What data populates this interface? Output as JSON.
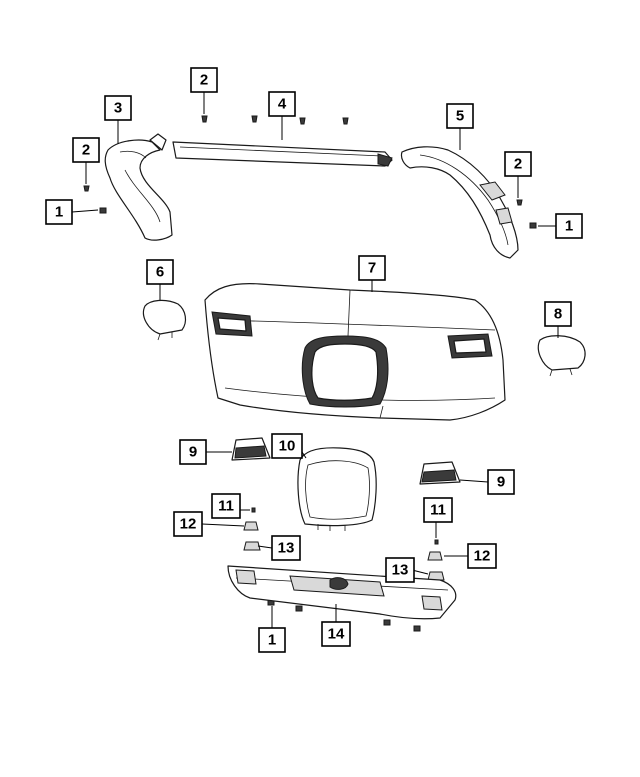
{
  "callouts": {
    "c1a": "1",
    "c1b": "1",
    "c1c": "1",
    "c2a": "2",
    "c2b": "2",
    "c2c": "2",
    "c3": "3",
    "c4": "4",
    "c5": "5",
    "c6": "6",
    "c7": "7",
    "c8": "8",
    "c9a": "9",
    "c9b": "9",
    "c10": "10",
    "c11a": "11",
    "c11b": "11",
    "c12a": "12",
    "c12b": "12",
    "c13a": "13",
    "c13b": "13",
    "c14": "14"
  }
}
